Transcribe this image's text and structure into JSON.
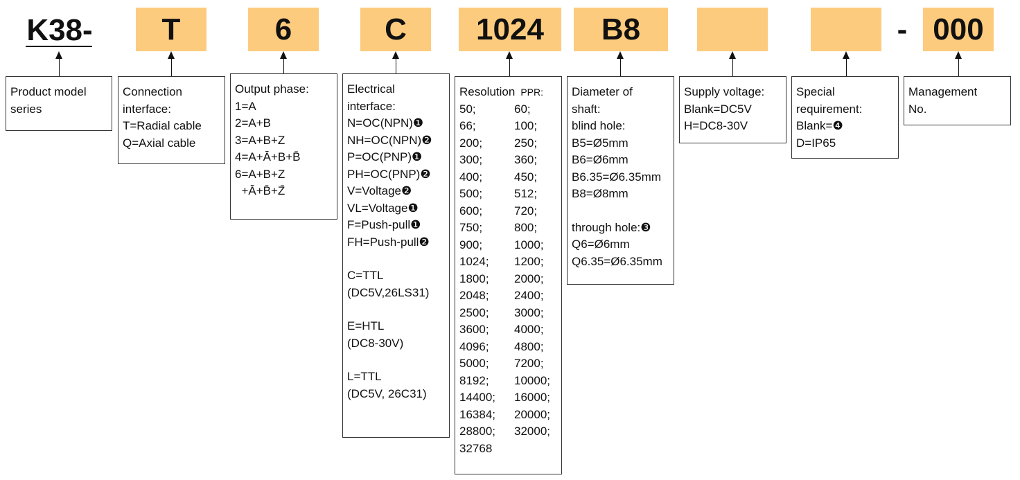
{
  "model": "K38-",
  "codes": [
    {
      "code": "T",
      "label": "connection-interface"
    },
    {
      "code": "6",
      "label": "output-phase"
    },
    {
      "code": "C",
      "label": "electrical-interface"
    },
    {
      "code": "1024",
      "label": "resolution"
    },
    {
      "code": "B8",
      "label": "shaft-diameter"
    },
    {
      "code": "",
      "label": "supply-voltage"
    },
    {
      "code": "",
      "label": "special-requirement"
    },
    {
      "code": "000",
      "label": "management-no"
    }
  ],
  "separator": "-",
  "boxes": {
    "product": [
      "Product model",
      "series"
    ],
    "connection": [
      "Connection",
      "interface:",
      "T=Radial cable",
      "Q=Axial cable"
    ],
    "output": [
      "Output phase:",
      "1=A",
      "2=A+B",
      "3=A+B+Z",
      "4=A+Ā+B+B̄",
      "6=A+B+Z",
      "  +Ā+B̄+Z̄"
    ],
    "electrical": [
      "Electrical",
      "interface:",
      "N=OC(NPN)❶",
      "NH=OC(NPN)❷",
      "P=OC(PNP)❶",
      "PH=OC(PNP)❷",
      "V=Voltage❷",
      "VL=Voltage❶",
      "F=Push-pull❶",
      "FH=Push-pull❷",
      "",
      "C=TTL",
      "(DC5V,26LS31)",
      "",
      "E=HTL",
      "(DC8-30V)",
      "",
      "L=TTL",
      "(DC5V, 26C31)"
    ],
    "resolution": {
      "head": "Resolution",
      "unit": "PPR:",
      "left": [
        "50;",
        "66;",
        "200;",
        "300;",
        "400;",
        "500;",
        "600;",
        "750;",
        "900;",
        "1024;",
        "1800;",
        "2048;",
        "2500;",
        "3600;",
        "4096;",
        "5000;",
        "8192;",
        "14400;",
        "16384;",
        "28800;",
        "32768"
      ],
      "right": [
        "60;",
        "100;",
        "250;",
        "360;",
        "450;",
        "512;",
        "720;",
        "800;",
        "1000;",
        "1200;",
        "2000;",
        "2400;",
        "3000;",
        "4000;",
        "4800;",
        "7200;",
        "10000;",
        "16000;",
        "20000;",
        "32000;",
        ""
      ]
    },
    "shaft": [
      "Diameter of",
      "shaft:",
      "blind hole:",
      "B5=Ø5mm",
      "B6=Ø6mm",
      "B6.35=Ø6.35mm",
      "B8=Ø8mm",
      "",
      "through hole:❸",
      "Q6=Ø6mm",
      "Q6.35=Ø6.35mm"
    ],
    "supply": [
      "Supply voltage:",
      "Blank=DC5V",
      "H=DC8-30V"
    ],
    "special": [
      "Special",
      "requirement:",
      "Blank=❹",
      "D=IP65"
    ],
    "management": [
      "Management",
      "No."
    ]
  }
}
